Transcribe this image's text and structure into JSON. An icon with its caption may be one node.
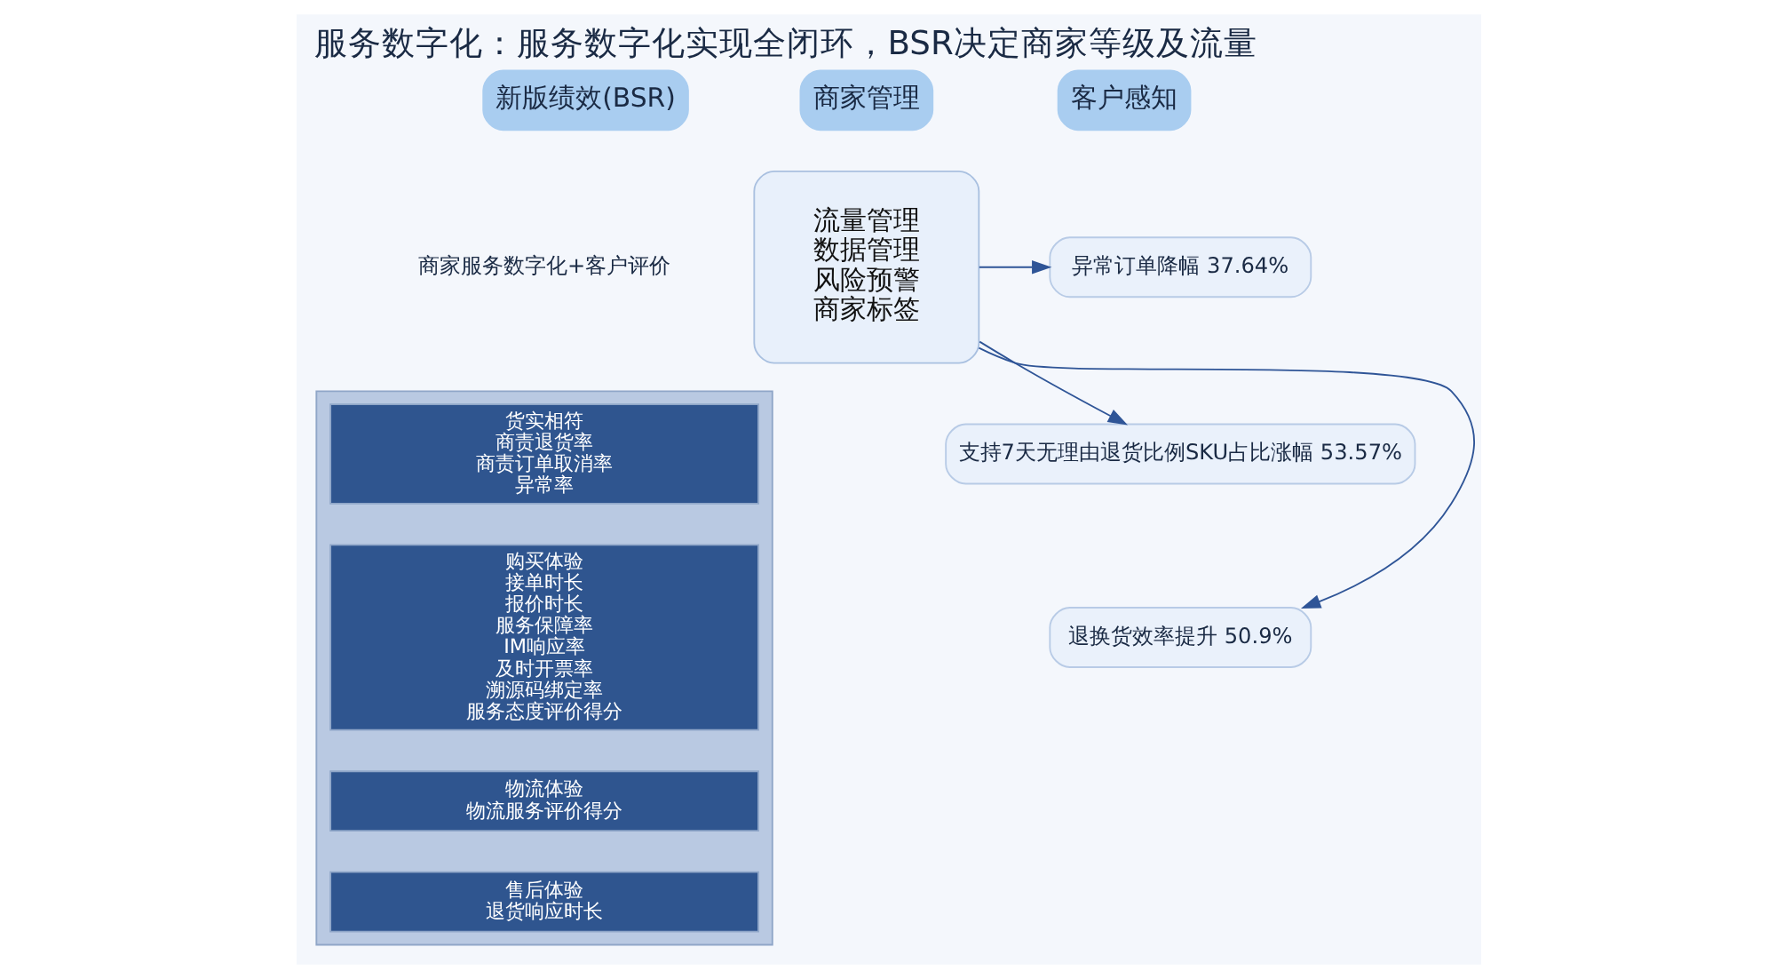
{
  "diagram": {
    "title": "服务数字化：服务数字化实现全闭环，BSR决定商家等级及流量",
    "nodes": [
      {
        "text": [
          "新版绩效(BSR)"
        ]
      },
      {
        "text": [
          "商家管理"
        ]
      },
      {
        "text": [
          "客户感知"
        ]
      },
      {
        "text": [],
        "shape": "box"
      },
      {
        "text": [
          "货实相符",
          "商责退货率",
          "商责订单取消率",
          "异常率"
        ],
        "in": 3
      },
      {
        "text": [
          "购买体验",
          "接单时长",
          "报价时长",
          "服务保障率",
          "IM响应率",
          "及时开票率",
          "溯源码绑定率",
          "服务态度评价得分"
        ],
        "in": 3
      },
      {
        "text": [
          "物流体验",
          "物流服务评价得分"
        ],
        "in": 3
      },
      {
        "text": [
          "售后体验",
          "退货响应时长"
        ],
        "in": 3
      },
      {
        "text": [
          "流量管理",
          "数据管理",
          "风险预警",
          "商家标签"
        ]
      },
      {
        "text": [
          "异常订单降幅 37.64%"
        ]
      },
      {
        "text": [
          "支持7天无理由退货比例SKU占比涨幅 53.57%"
        ]
      },
      {
        "text": [
          "退换货效率提升 50.9%"
        ]
      }
    ],
    "edges": [
      {
        "from": 8,
        "to": 9,
        "arrow": "to"
      },
      {
        "from": 8,
        "to": 10,
        "arrow": "to"
      },
      {
        "from": 8,
        "to": 11,
        "arrow": "to"
      }
    ],
    "labels": [
      "商家服务数字化+客户评价"
    ]
  }
}
